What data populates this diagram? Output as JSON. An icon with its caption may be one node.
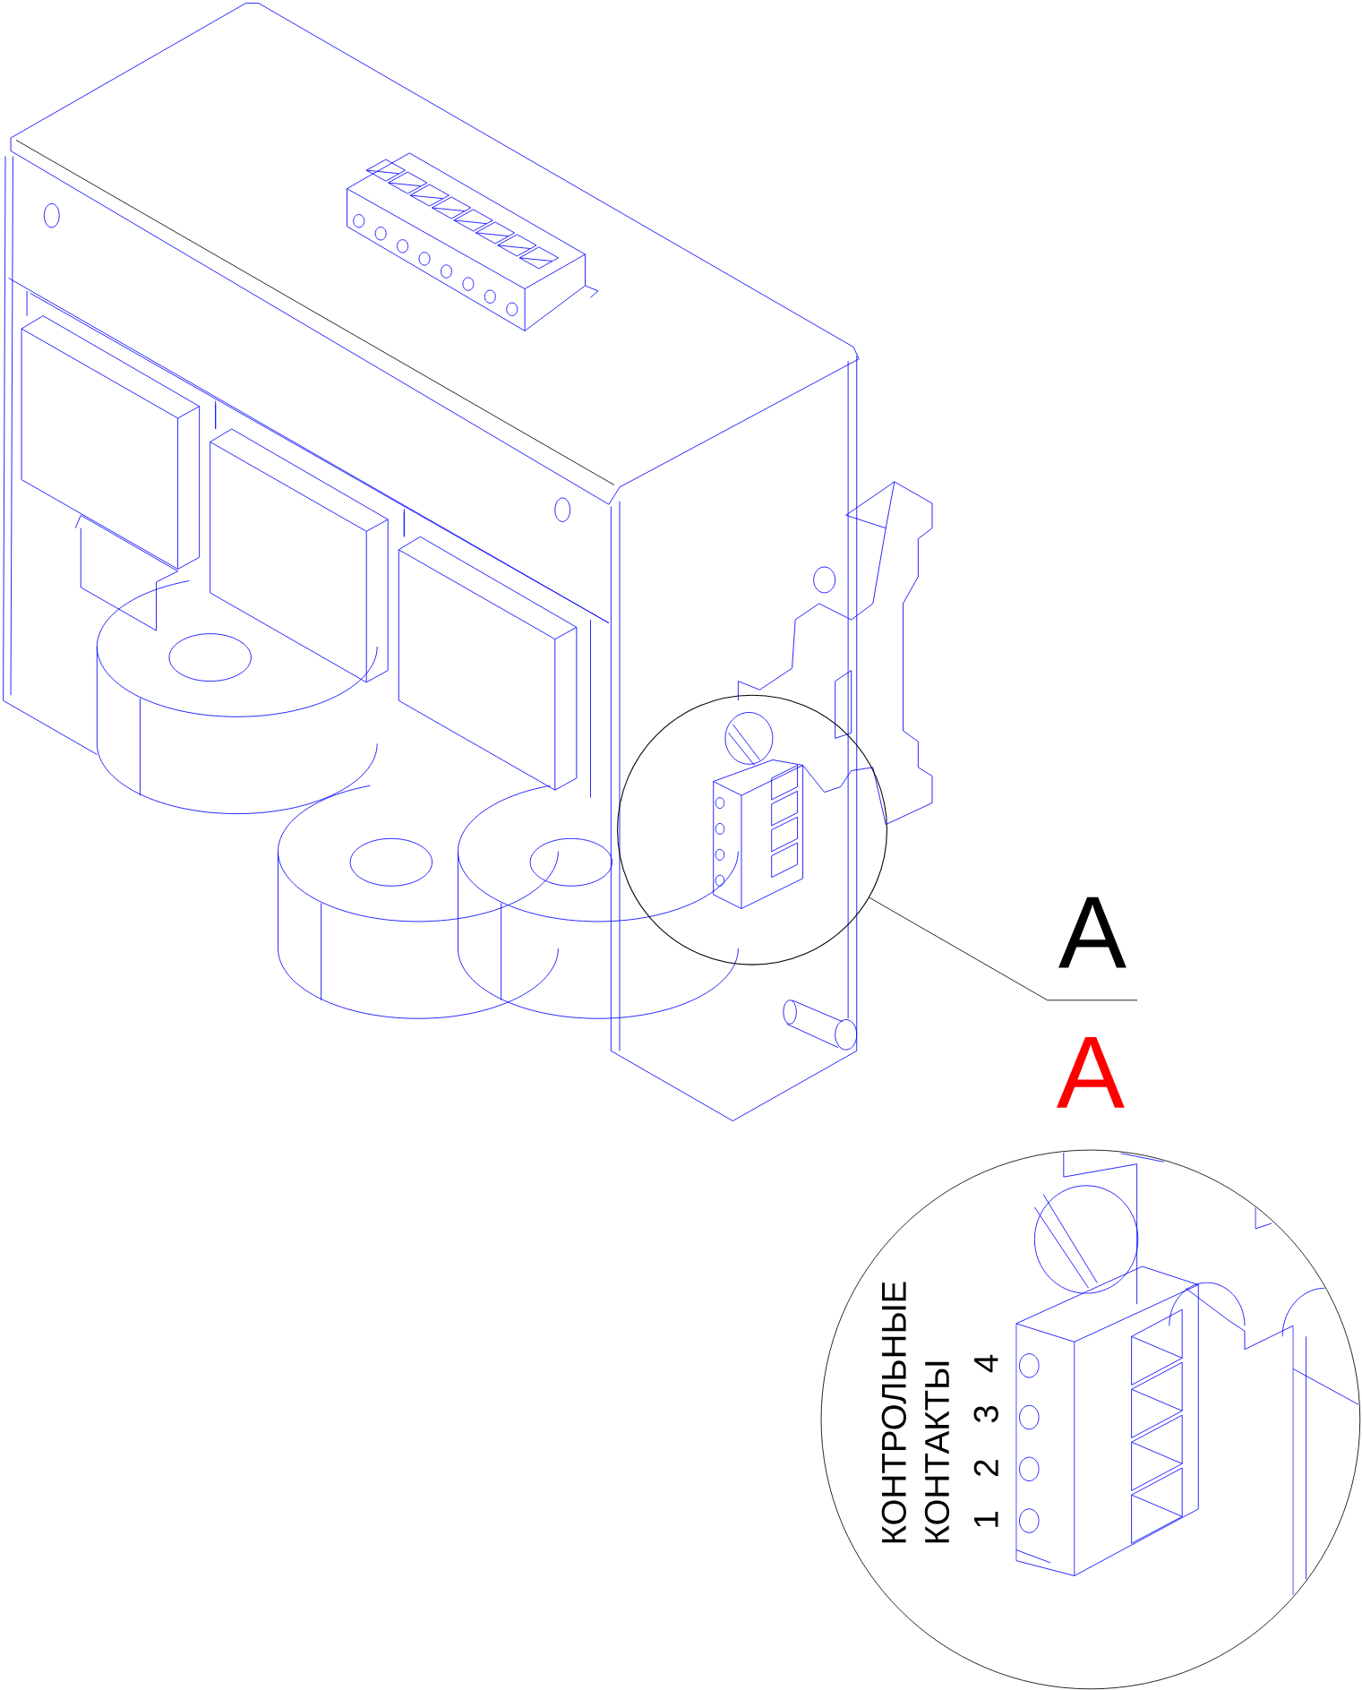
{
  "diagram": {
    "nodes": [
      {
        "text": [
          "А"
        ]
      },
      {
        "text": [],
        "shape": "circle"
      }
    ],
    "edges": [
      {
        "from": 1,
        "to": 0,
        "arrow": "none"
      }
    ],
    "labels": [
      "А",
      "КОНТРОЛЬНЫЕ КОНТАКТЫ",
      "1",
      "2",
      "3",
      "4"
    ]
  }
}
